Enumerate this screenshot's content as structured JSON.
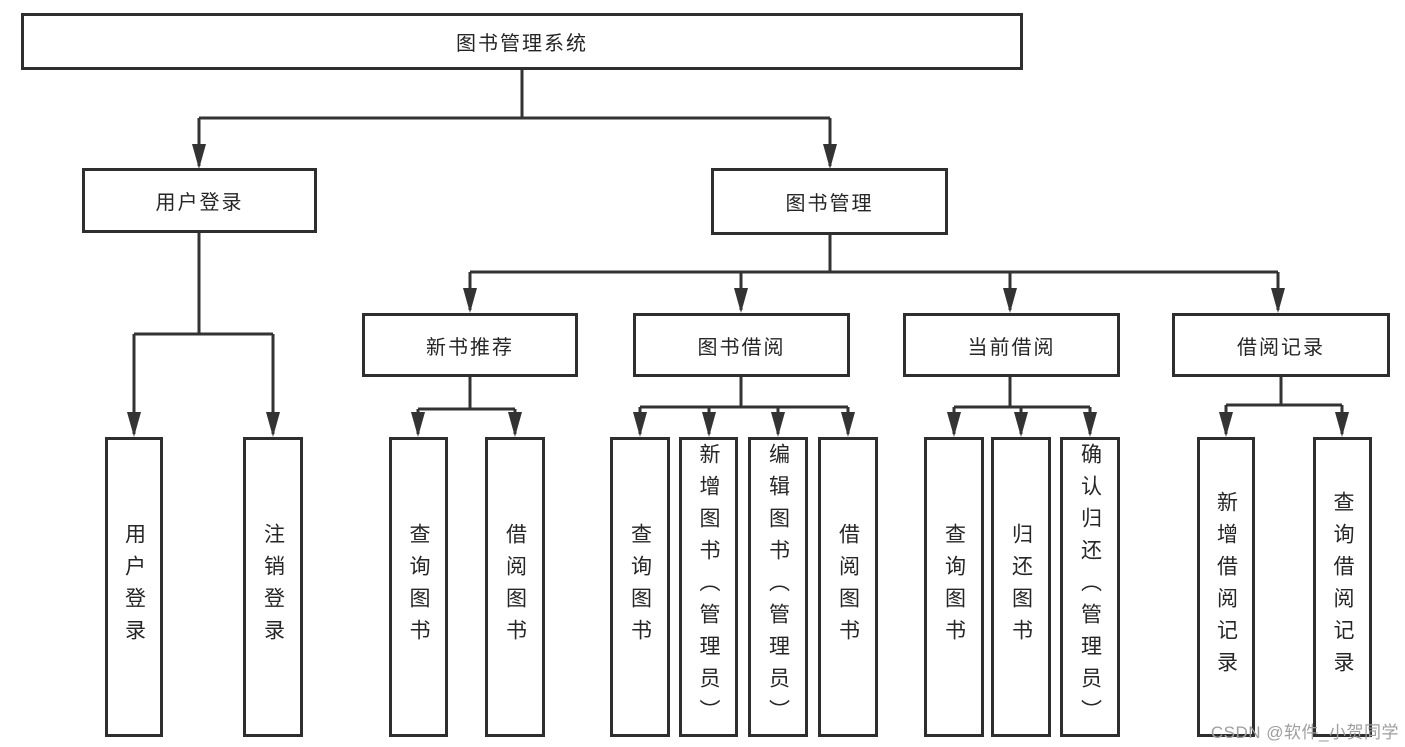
{
  "diagram": {
    "root_label": "图书管理系统",
    "branches": [
      {
        "label": "用户登录",
        "children": [
          {
            "label": "用户登录"
          },
          {
            "label": "注销登录"
          }
        ]
      },
      {
        "label": "图书管理",
        "groups": [
          {
            "label": "新书推荐",
            "children": [
              {
                "label": "查询图书"
              },
              {
                "label": "借阅图书"
              }
            ]
          },
          {
            "label": "图书借阅",
            "children": [
              {
                "label": "查询图书"
              },
              {
                "label": "新增图书（管理员）"
              },
              {
                "label": "编辑图书（管理员）"
              },
              {
                "label": "借阅图书"
              }
            ]
          },
          {
            "label": "当前借阅",
            "children": [
              {
                "label": "查询图书"
              },
              {
                "label": "归还图书"
              },
              {
                "label": "确认归还（管理员）"
              }
            ]
          },
          {
            "label": "借阅记录",
            "children": [
              {
                "label": "新增借阅记录"
              },
              {
                "label": "查询借阅记录"
              }
            ]
          }
        ]
      }
    ]
  },
  "watermark": {
    "text": "CSDN @软件_小贺同学"
  },
  "colors": {
    "line": "#333333",
    "box_border": "#2e2e2e",
    "text": "#262626",
    "watermark": "#9e9e9e",
    "background": "#ffffff"
  }
}
